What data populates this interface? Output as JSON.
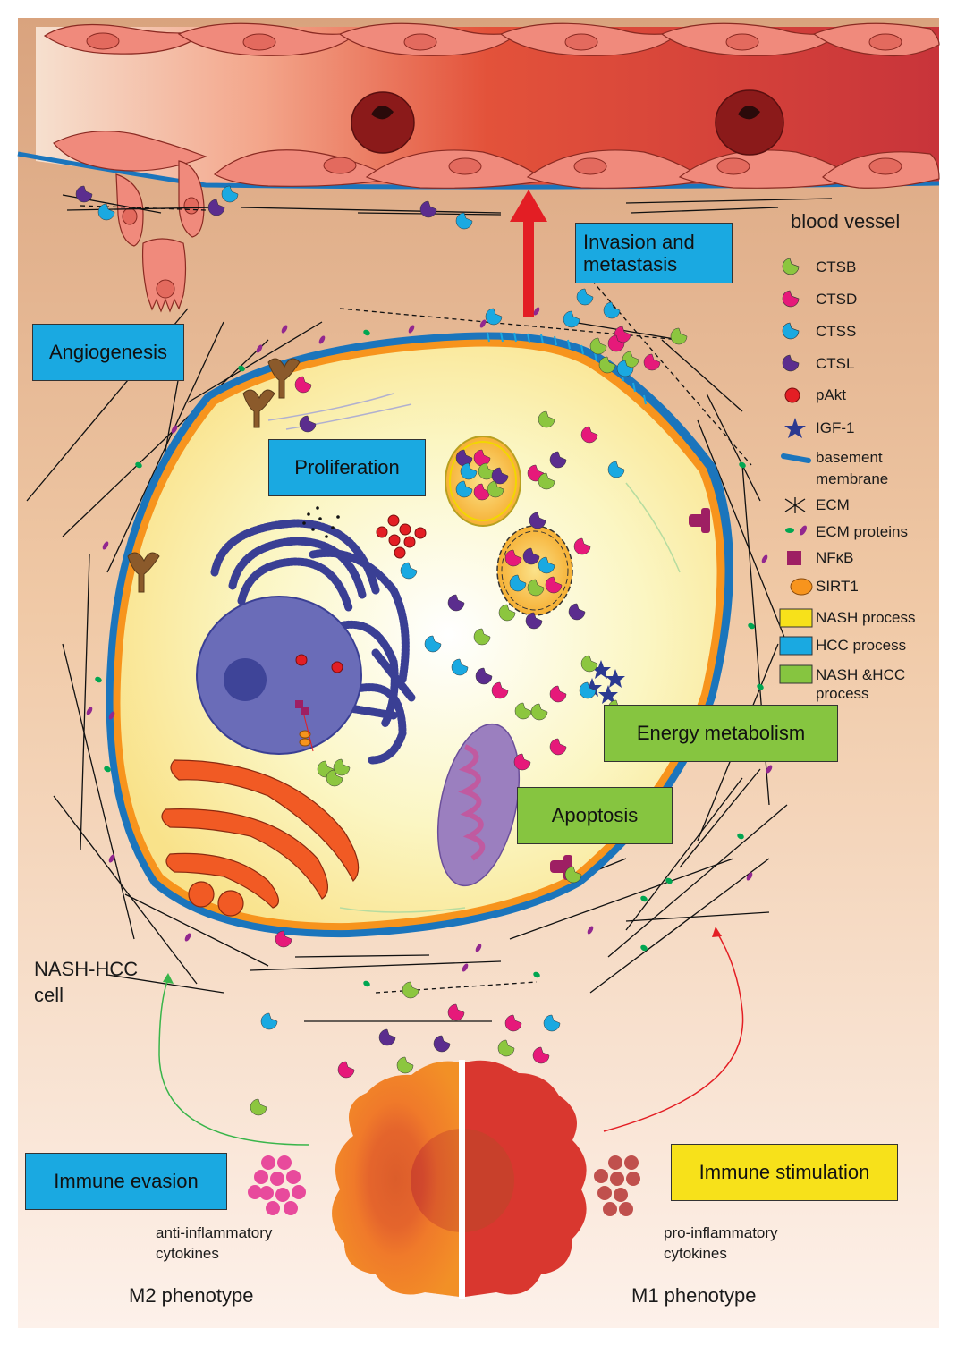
{
  "labels": {
    "blood_vessel": "blood vessel",
    "nash_hcc_cell": "NASH-HCC\ncell",
    "anti_cytokines": "anti-inflammatory\ncytokines",
    "pro_cytokines": "pro-inflammatory\ncytokines",
    "m2": "M2 phenotype",
    "m1": "M1 phenotype"
  },
  "process_boxes": {
    "invasion": "Invasion and\nmetastasis",
    "angiogenesis": "Angiogenesis",
    "proliferation": "Proliferation",
    "energy": "Energy metabolism",
    "apoptosis": "Apoptosis",
    "immune_evasion": "Immune evasion",
    "immune_stimulation": "Immune stimulation"
  },
  "legend": [
    {
      "icon": "ctsb-icon",
      "label": "CTSB",
      "color": "#8cc63f"
    },
    {
      "icon": "ctsd-icon",
      "label": "CTSD",
      "color": "#e6197a"
    },
    {
      "icon": "ctss-icon",
      "label": "CTSS",
      "color": "#1aa9e1"
    },
    {
      "icon": "ctsl-icon",
      "label": "CTSL",
      "color": "#5b2d8e"
    },
    {
      "icon": "pakt-icon",
      "label": "pAkt",
      "color": "#e31e24"
    },
    {
      "icon": "igf1-icon",
      "label": "IGF-1",
      "color": "#2b3990"
    },
    {
      "icon": "basement-membrane-icon",
      "label": "basement\nmembrane",
      "color": "#1b75bc"
    },
    {
      "icon": "ecm-icon",
      "label": "ECM",
      "color": "#000000"
    },
    {
      "icon": "ecm-proteins-icon",
      "label": "ECM proteins",
      "color": "#00a651"
    },
    {
      "icon": "nfkb-icon",
      "label": "NFκB",
      "color": "#9e1f63"
    },
    {
      "icon": "sirt1-icon",
      "label": "SIRT1",
      "color": "#f7941d"
    },
    {
      "icon": "nash-process-icon",
      "label": "NASH process",
      "color": "#f7e11a"
    },
    {
      "icon": "hcc-process-icon",
      "label": "HCC process",
      "color": "#1aa9e1"
    },
    {
      "icon": "nash-hcc-process-icon",
      "label": "NASH &HCC\nprocess",
      "color": "#86c540"
    }
  ],
  "colors": {
    "hcc_process": "#1aa9e1",
    "nash_hcc_process": "#86c540",
    "nash_process": "#f7e11a",
    "vessel": "#d9423a",
    "nucleus": "#6a6cb8",
    "er": "#3a3f94",
    "golgi": "#f15a24",
    "mitochondrion": "#9b7fbf",
    "membrane_blue": "#1b75bc",
    "membrane_orange": "#f7941d"
  }
}
